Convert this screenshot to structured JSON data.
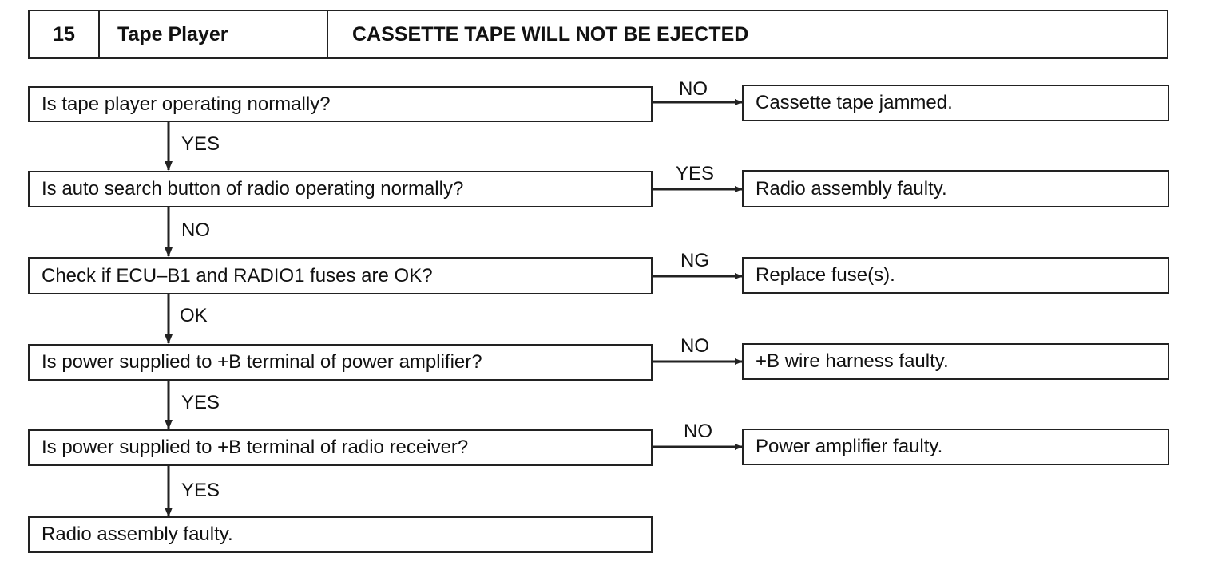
{
  "header": {
    "number": "15",
    "system": "Tape Player",
    "title": "CASSETTE TAPE WILL NOT BE EJECTED"
  },
  "steps": [
    {
      "question": "Is tape player operating normally?",
      "branch_label": "NO",
      "result": "Cassette tape jammed.",
      "down_label": "YES"
    },
    {
      "question": "Is auto search button of radio operating normally?",
      "branch_label": "YES",
      "result": "Radio assembly faulty.",
      "down_label": "NO"
    },
    {
      "question": "Check if ECU–B1 and RADIO1 fuses are OK?",
      "branch_label": "NG",
      "result": "Replace fuse(s).",
      "down_label": "OK"
    },
    {
      "question": "Is power supplied to +B terminal of power amplifier?",
      "branch_label": "NO",
      "result": "+B wire harness faulty.",
      "down_label": "YES"
    },
    {
      "question": "Is power supplied to +B terminal of radio receiver?",
      "branch_label": "NO",
      "result": "Power amplifier faulty.",
      "down_label": "YES"
    }
  ],
  "final": "Radio assembly faulty."
}
